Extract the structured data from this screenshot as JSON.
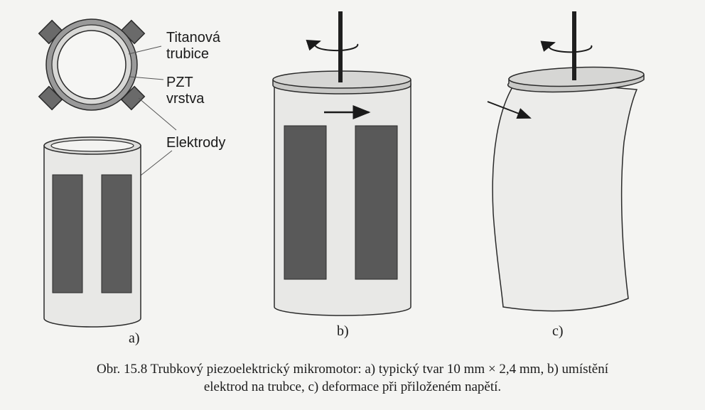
{
  "labels": {
    "titanium_tube": [
      "Titanová",
      "trubice"
    ],
    "pzt_layer": [
      "PZT",
      "vrstva"
    ],
    "electrodes": "Elektrody"
  },
  "panels": [
    {
      "id": "a",
      "label": "a)"
    },
    {
      "id": "b",
      "label": "b)"
    },
    {
      "id": "c",
      "label": "c)"
    }
  ],
  "caption": {
    "line1": "Obr. 15.8 Trubkový piezoelektrický mikromotor: a) typický tvar 10 mm × 2,4 mm, b) umístění",
    "line2": "elektrod na trubce, c) deformace při přiloženém napětí."
  },
  "colors": {
    "electrode": "#5a5a5a",
    "tube_fill": "#e6e6e4",
    "ring_dark": "#6e6e6e",
    "outline": "#2a2a2a"
  }
}
